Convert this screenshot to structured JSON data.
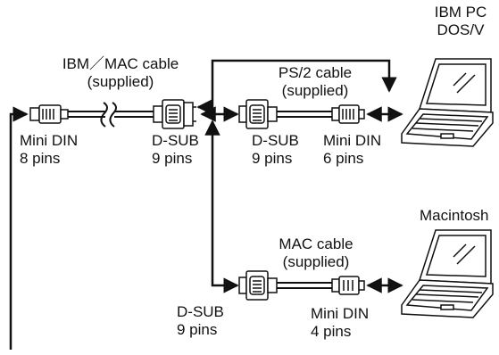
{
  "labels": {
    "ibm_pc_line1": "IBM PC",
    "ibm_pc_line2": "DOS/V",
    "ibm_mac_cable_line1": "IBM／MAC cable",
    "ibm_mac_cable_line2": "(supplied)",
    "ps2_cable_line1": "PS/2 cable",
    "ps2_cable_line2": "(supplied)",
    "left_mini_din_line1": "Mini DIN",
    "left_mini_din_line2": "8 pins",
    "left_dsub_line1": "D-SUB",
    "left_dsub_line2": "9 pins",
    "ps2_dsub_line1": "D-SUB",
    "ps2_dsub_line2": "9 pins",
    "ps2_mini_din_line1": "Mini DIN",
    "ps2_mini_din_line2": "6 pins",
    "macintosh": "Macintosh",
    "mac_cable_line1": "MAC cable",
    "mac_cable_line2": "(supplied)",
    "mac_dsub_line1": "D-SUB",
    "mac_dsub_line2": "9 pins",
    "mac_mini_din_line1": "Mini DIN",
    "mac_mini_din_line2": "4 pins"
  },
  "colors": {
    "line": "#111111",
    "background": "#ffffff"
  }
}
